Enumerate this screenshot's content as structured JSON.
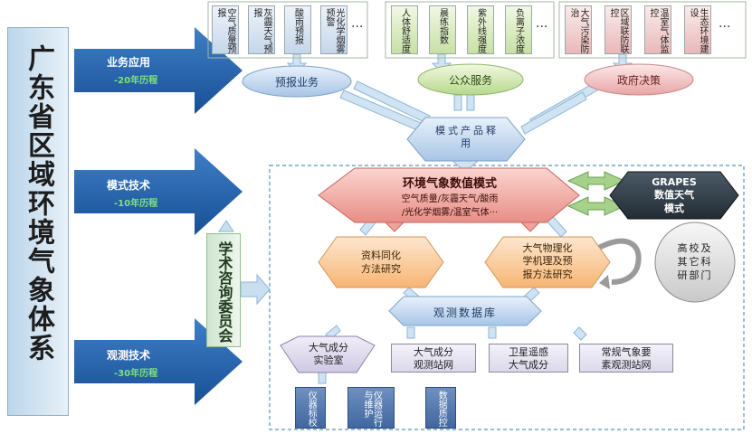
{
  "title_vertical": "广东省区域环境气象体系",
  "left_arrows": [
    {
      "label": "业务应用",
      "sub": "-20年历程"
    },
    {
      "label": "模式技术",
      "sub": "-10年历程"
    },
    {
      "label": "观测技术",
      "sub": "-30年历程"
    }
  ],
  "committee": "学术咨询委员会",
  "top_groups": {
    "forecast_cards": [
      "空气质量预报",
      "灰霾天气预报",
      "酸雨预报",
      "光化学烟雾预警"
    ],
    "public_cards": [
      "人体舒适度",
      "晨练指数",
      "紫外线强度",
      "负离子浓度"
    ],
    "gov_cards": [
      "大气污染防治",
      "区域联防联控",
      "温室气体监控",
      "生态环境建设"
    ],
    "ellipsis": "···"
  },
  "service_nodes": {
    "forecast": "预报业务",
    "public": "公众服务",
    "gov": "政府决策"
  },
  "release_node": "模式产品释用",
  "main_model": {
    "title": "环境气象数值模式",
    "line1": "空气质量/灰霾天气/酸雨",
    "line2": "/光化学烟雾/温室气体···"
  },
  "grapes": {
    "line1": "GRAPES",
    "line2": "数值天气",
    "line3": "模式"
  },
  "assimilation": {
    "line1": "资料同化",
    "line2": "方法研究"
  },
  "physchem": {
    "line1": "大气物理化",
    "line2": "学机理及预",
    "line3": "报方法研究"
  },
  "university": {
    "line1": "高校及",
    "line2": "其它科",
    "line3": "研部门"
  },
  "database": "观测数据库",
  "obs_lab": {
    "line1": "大气成分",
    "line2": "实验室"
  },
  "obs_boxes": [
    {
      "line1": "大气成分",
      "line2": "观测站网"
    },
    {
      "line1": "卫星遥感",
      "line2": "大气成分"
    },
    {
      "line1": "常规气象要",
      "line2": "素观测站网"
    }
  ],
  "maint_cards": [
    "仪器标校",
    "仪器运行与维护",
    "数据质控"
  ]
}
